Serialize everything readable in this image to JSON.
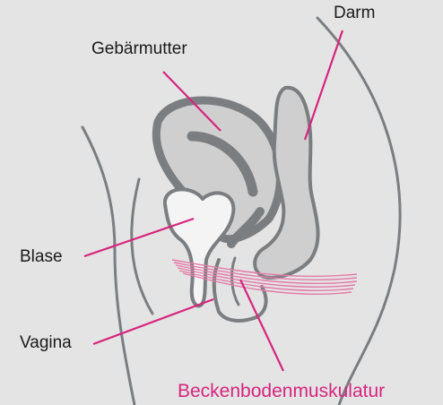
{
  "labels": {
    "darm": "Darm",
    "gebaermutter": "Gebärmutter",
    "blase": "Blase",
    "vagina": "Vagina",
    "beckenboden": "Beckenbodenmuskulatur"
  },
  "colors": {
    "background": "#e4e4e4",
    "outline": "#7b7e81",
    "organ_fill": "#cfcfcf",
    "organ_light": "#f4f4f4",
    "leader_line": "#d6257f",
    "highlight_label": "#d6257f",
    "muscle": "#e47aa8"
  }
}
